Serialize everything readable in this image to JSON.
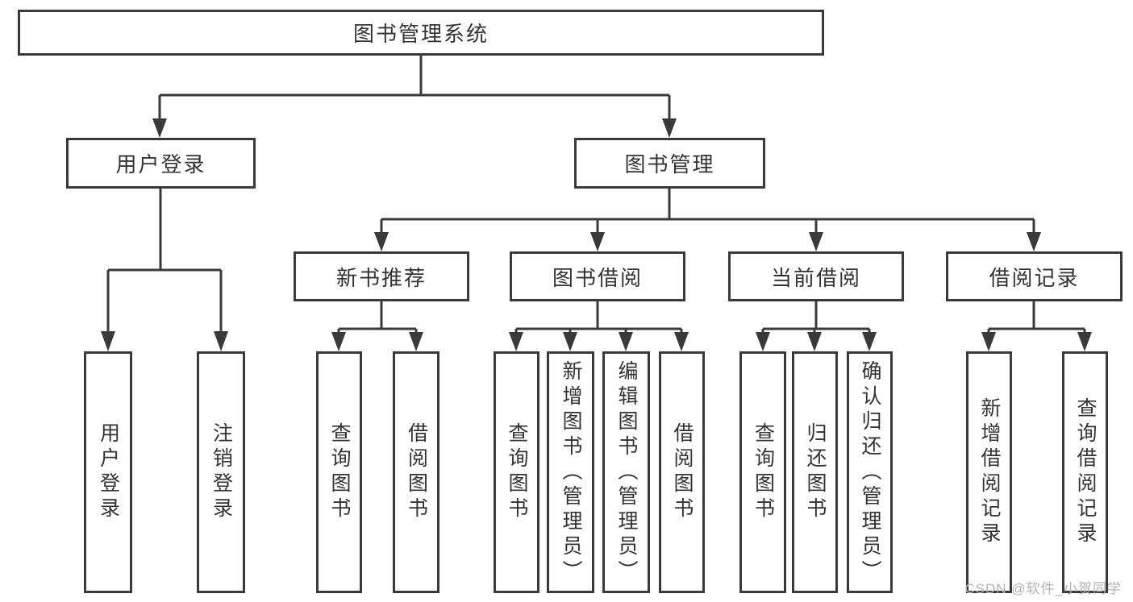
{
  "colors": {
    "background": "#ffffff",
    "line": "#3a3a3a",
    "box_border": "#3a3a3a",
    "text": "#333333",
    "watermark": "#b3b3b3"
  },
  "tree": {
    "root": "图书管理系统",
    "user_branch": {
      "label": "用户登录",
      "children": [
        "用户登录",
        "注销登录"
      ]
    },
    "book_branch": {
      "label": "图书管理",
      "groups": [
        {
          "label": "新书推荐",
          "children": [
            "查询图书",
            "借阅图书"
          ]
        },
        {
          "label": "图书借阅",
          "children": [
            "查询图书",
            "新增图书（管理员）",
            "编辑图书（管理员）",
            "借阅图书"
          ]
        },
        {
          "label": "当前借阅",
          "children": [
            "查询图书",
            "归还图书",
            "确认归还（管理员）"
          ]
        },
        {
          "label": "借阅记录",
          "children": [
            "新增借阅记录",
            "查询借阅记录"
          ]
        }
      ]
    }
  },
  "watermark": {
    "text": "CSDN @软件_小贺同学"
  }
}
